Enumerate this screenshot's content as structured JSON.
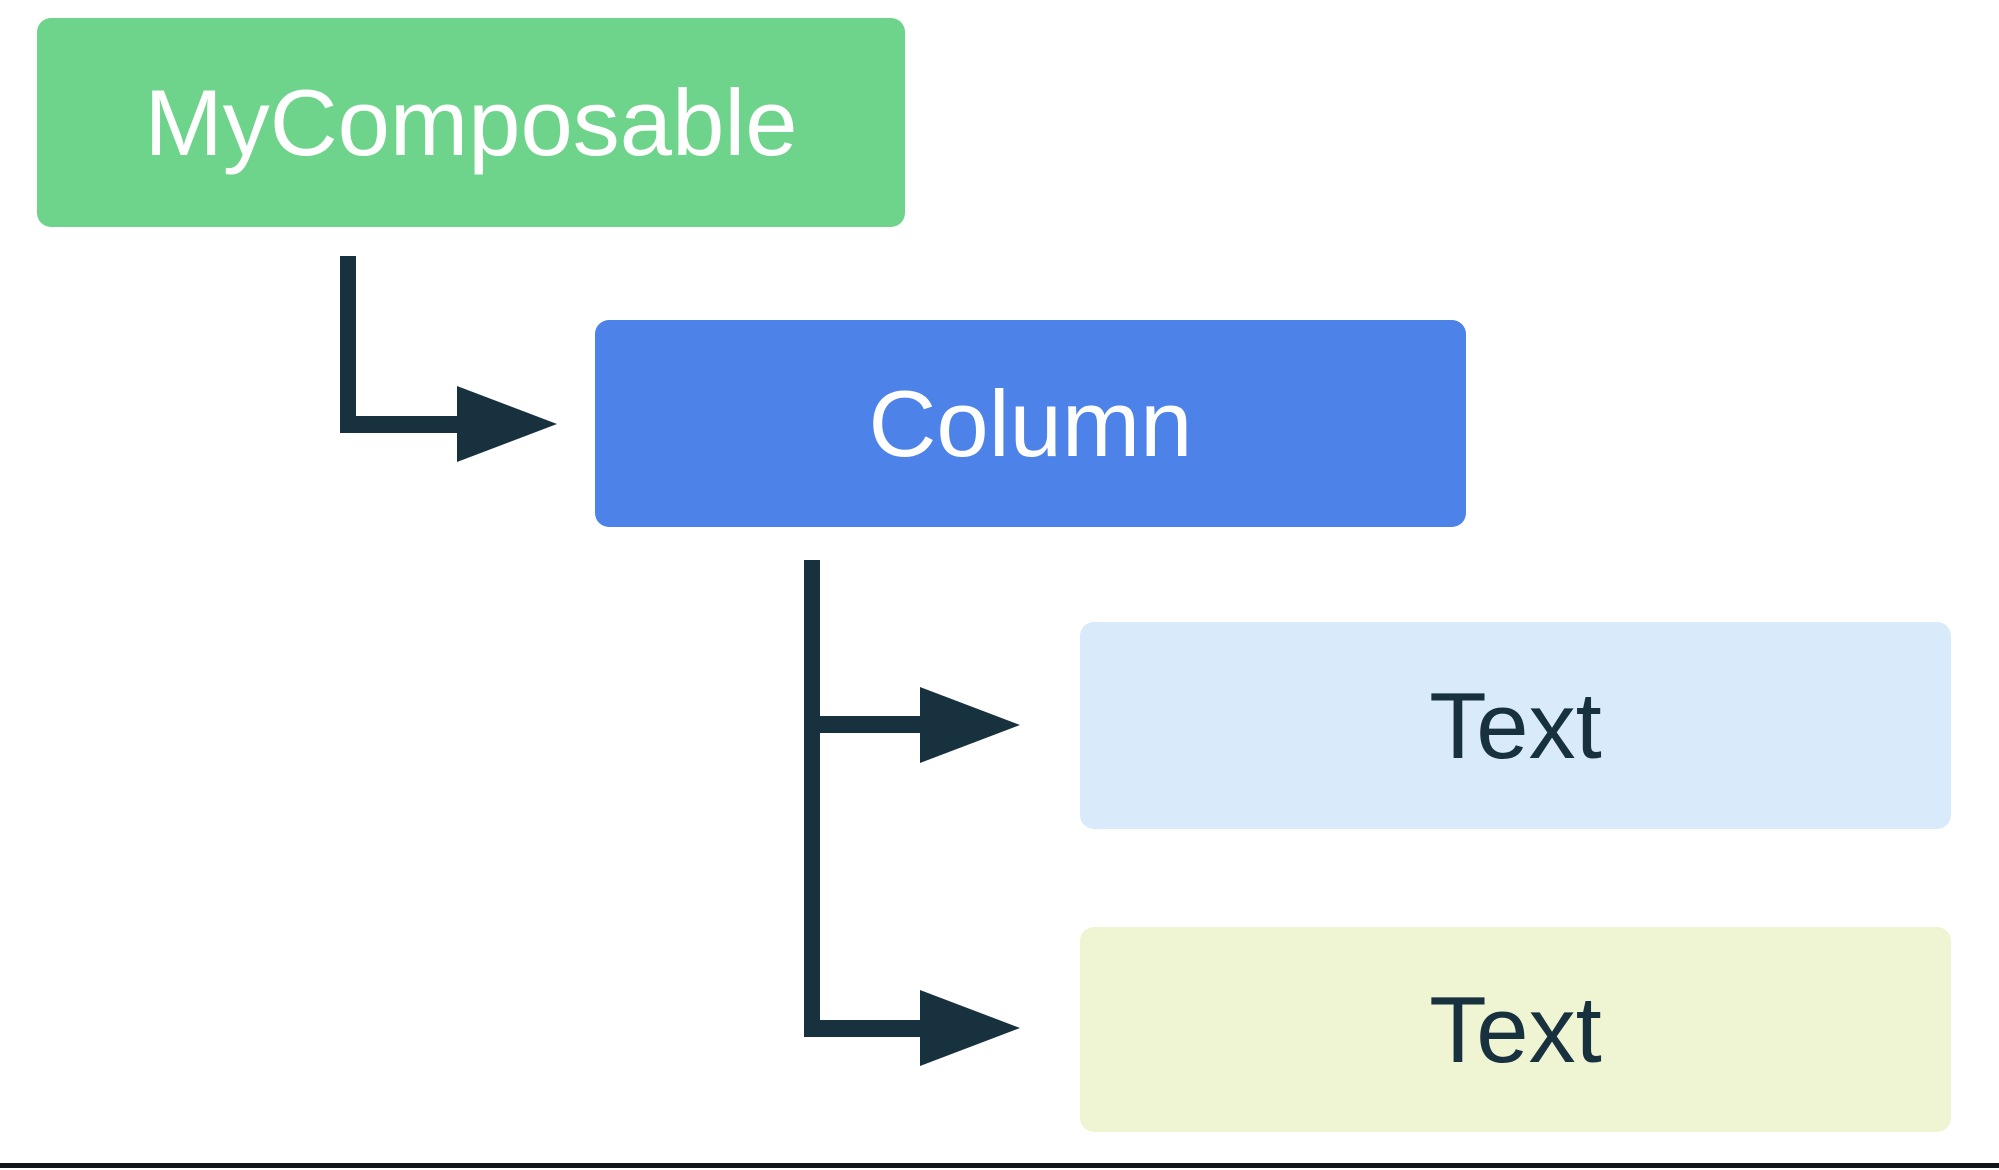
{
  "colors": {
    "background": "#FFFFFF",
    "root_fill": "#6ED48B",
    "column_fill": "#4D82E8",
    "text1_fill": "#D9EAFB",
    "text2_fill": "#EFF4D3",
    "label_on_dark": "#FFFFFF",
    "label_on_light": "#17313F",
    "connector": "#17313F",
    "bottom_rule": "#111418"
  },
  "tree": {
    "root": {
      "label": "MyComposable"
    },
    "column": {
      "label": "Column"
    },
    "children": [
      {
        "label": "Text"
      },
      {
        "label": "Text"
      }
    ]
  },
  "icons": {
    "arrowhead": "right-pointing solid triangle"
  }
}
